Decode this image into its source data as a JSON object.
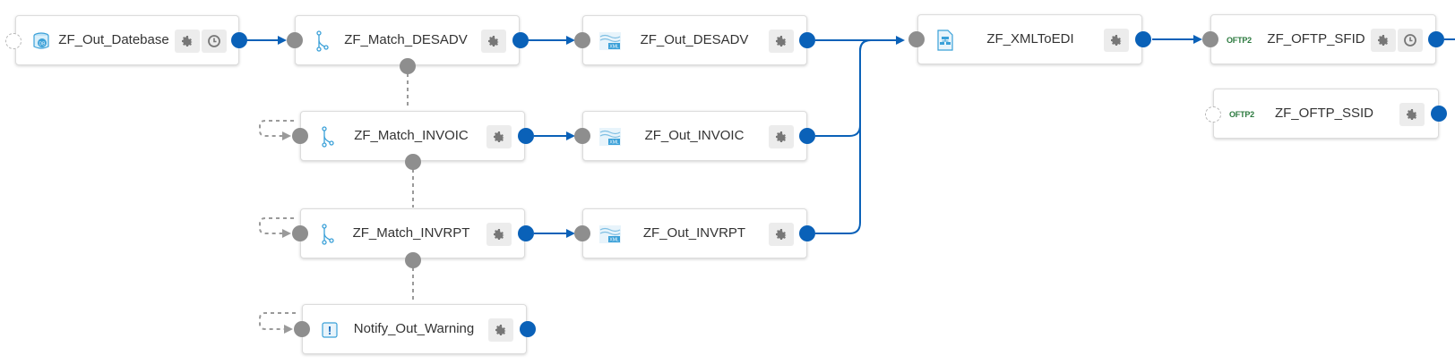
{
  "canvas": {
    "nodes": [
      {
        "id": "n1",
        "label": "ZF_Out_Datebase",
        "icon": "database-icon",
        "has_schedule": true
      },
      {
        "id": "n2",
        "label": "ZF_Match_DESADV",
        "icon": "branch-icon",
        "has_schedule": false
      },
      {
        "id": "n3",
        "label": "ZF_Out_DESADV",
        "icon": "xml-file-icon",
        "has_schedule": false
      },
      {
        "id": "n4",
        "label": "ZF_XMLToEDI",
        "icon": "mapping-document-icon",
        "has_schedule": false
      },
      {
        "id": "n5",
        "label": "ZF_OFTP_SFID",
        "icon": "oftp2-icon",
        "has_schedule": true
      },
      {
        "id": "n6",
        "label": "ZF_OFTP_SSID",
        "icon": "oftp2-icon",
        "has_schedule": false
      },
      {
        "id": "n7",
        "label": "ZF_Match_INVOIC",
        "icon": "branch-icon",
        "has_schedule": false
      },
      {
        "id": "n8",
        "label": "ZF_Out_INVOIC",
        "icon": "xml-file-icon",
        "has_schedule": false
      },
      {
        "id": "n9",
        "label": "ZF_Match_INVRPT",
        "icon": "branch-icon",
        "has_schedule": false
      },
      {
        "id": "n10",
        "label": "ZF_Out_INVRPT",
        "icon": "xml-file-icon",
        "has_schedule": false
      },
      {
        "id": "n11",
        "label": "Notify_Out_Warning",
        "icon": "warning-icon",
        "has_schedule": false
      }
    ],
    "icon_text": {
      "xml": "XML",
      "db": "DB",
      "oftp": "OFTP2",
      "warning": "!"
    },
    "colors": {
      "connector": "#0a61b8",
      "input_port": "#8e8e8e",
      "output_port": "#0a61b8",
      "dashed_link": "#9a9a9a",
      "icon_blue": "#3aa0d8"
    }
  }
}
